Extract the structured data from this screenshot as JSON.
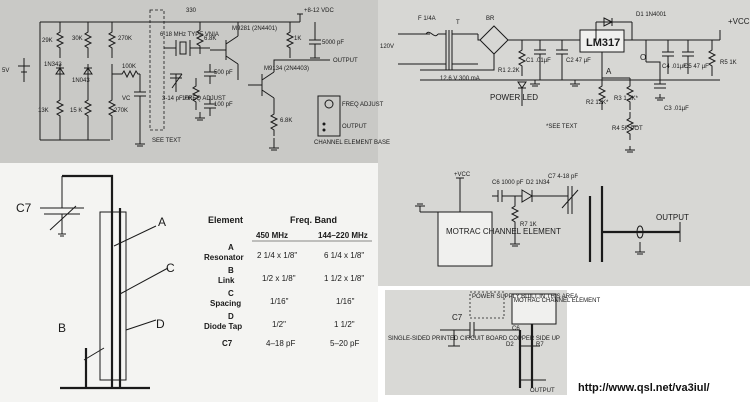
{
  "panel_top_left": {
    "supply": "+8-12 VDC",
    "output": "OUTPUT",
    "see_text": "SEE TEXT",
    "xtal_type": "6-18 MHz TYPE VNIA",
    "freq_adjust_cap": "3-14 pF FREQ ADJUST",
    "transistor_1": "M9281 (2N4401)",
    "transistor_2": "M9134 (2N4403)",
    "base_label": "CHANNEL ELEMENT BASE",
    "pin_freq_adjust": "FREQ ADJUST",
    "pin_output": "OUTPUT",
    "battery": "5V",
    "vc": "VC",
    "labels": [
      "330",
      "29K",
      "30K",
      "270K",
      "1N343",
      "1N043",
      "100K",
      "13K",
      "15 K",
      "270K",
      "6.8K",
      "10K",
      "1K",
      "5000 pF",
      "500 pF",
      "100 pF",
      "6.8K"
    ]
  },
  "panel_top_right": {
    "supply": "+VCC",
    "fuse": "F 1/4A",
    "transformer": "T",
    "transformer_rating": "12.6 V 300 mA",
    "mains": "120V",
    "bridge": "BR",
    "regulator": "LM317",
    "d1": "D1 1N4001",
    "c1": "C1 .01µF",
    "c2": "C2 47 µF",
    "r1": "R1 2.2K",
    "r2": "R2 12K*",
    "r3": "R3 1.2K*",
    "r4": "R4 5K POT",
    "r5": "R5 1K",
    "c3": "C3 .01µF",
    "c4": "C4 .01µF",
    "c5": "C5 47 µF",
    "power_led": "POWER LED",
    "note": "*SEE TEXT",
    "node_a": "A",
    "node_o": "O"
  },
  "panel_mid_right": {
    "supply": "+VCC",
    "c6": "C6 1000 pF",
    "d2": "D2 1N34",
    "c7": "C7 4-18 pF",
    "r7": "R7 1K",
    "block": "MOTRAC CHANNEL ELEMENT",
    "output": "OUTPUT"
  },
  "panel_bottom_left": {
    "c7": "C7",
    "labels": [
      "A",
      "B",
      "C",
      "D"
    ],
    "table": {
      "header": [
        "Element",
        "Freq. Band",
        "450 MHz",
        "144–220 MHz"
      ],
      "rows": [
        {
          "element": [
            "A",
            "Resonator"
          ],
          "v450": "2 1/4 x 1/8\"",
          "v144": "6 1/4 x 1/8\""
        },
        {
          "element": [
            "B",
            "Link"
          ],
          "v450": "1/2 x 1/8\"",
          "v144": "1 1/2 x 1/8\""
        },
        {
          "element": [
            "C",
            "Spacing"
          ],
          "v450": "1/16\"",
          "v144": "1/16\""
        },
        {
          "element": [
            "D",
            "Diode Tap"
          ],
          "v450": "1/2\"",
          "v144": "1 1/2\""
        },
        {
          "element": [
            "C7"
          ],
          "v450": "4–18 pF",
          "v144": "5–20 pF"
        }
      ]
    }
  },
  "panel_bottom_right": {
    "power_supply": "POWER SUPPLY BUILT IN THIS AREA",
    "motrac": "MOTRAC CHANNEL ELEMENT",
    "board_text": "SINGLE-SIDED PRINTED CIRCUIT BOARD COPPER SIDE UP",
    "c7": "C7",
    "c6": "C6",
    "d2": "D2",
    "r7": "R7",
    "output": "OUTPUT"
  },
  "url": "http://www.qsl.net/va3iul/"
}
